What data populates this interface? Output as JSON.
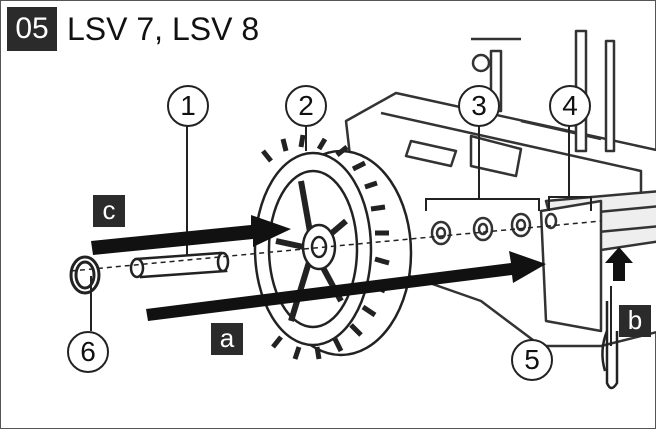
{
  "header": {
    "step": "05",
    "title": "LSV 7, LSV 8"
  },
  "callouts": [
    "1",
    "2",
    "3",
    "4",
    "5",
    "6"
  ],
  "tags": {
    "a": "a",
    "b": "b",
    "c": "c"
  },
  "colors": {
    "ink": "#222222",
    "label_bg": "#2b2b2b",
    "label_text": "#ffffff"
  }
}
